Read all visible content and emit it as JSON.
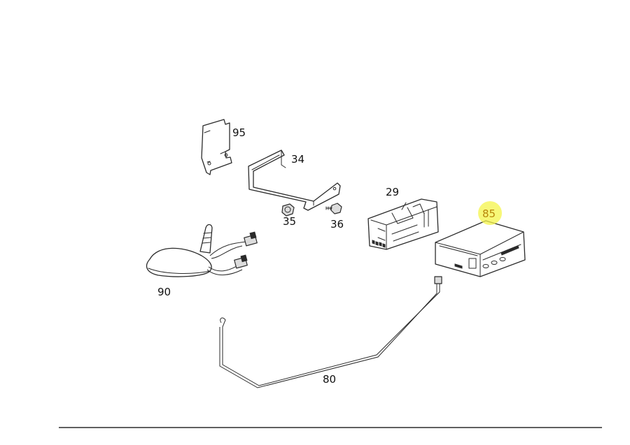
{
  "callouts": {
    "p95": "95",
    "p34": "34",
    "p35": "35",
    "p36": "36",
    "p29": "29",
    "p85": "85",
    "p90": "90",
    "p80": "80"
  },
  "colors": {
    "highlight": "#f4f44a",
    "line": "#2b2b2b",
    "background": "#ffffff"
  }
}
